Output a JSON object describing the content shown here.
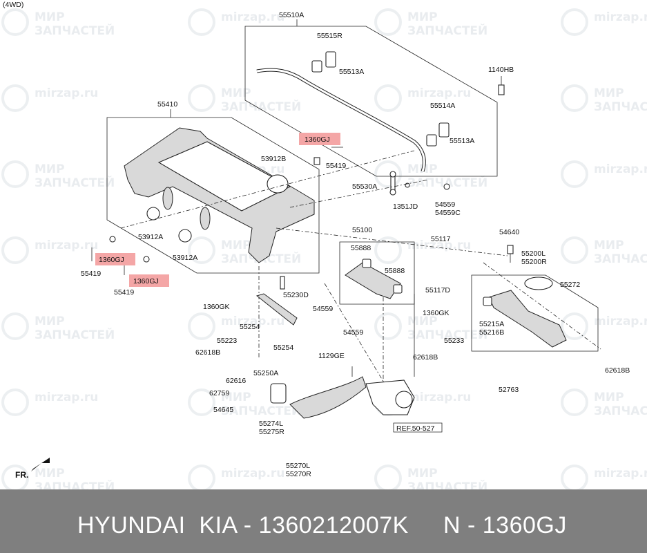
{
  "header": {
    "variant": "(4WD)"
  },
  "watermark": {
    "line1": "МИР",
    "line2": "ЗАПЧАСТЕЙ",
    "site": "mirzap.ru"
  },
  "labels": {
    "p55510A": "55510A",
    "p55515R": "55515R",
    "p55513A_top": "55513A",
    "p1140HB": "1140HB",
    "p55514A": "55514A",
    "p55513A_right": "55513A",
    "p55410": "55410",
    "p1360GJ_top": "1360GJ",
    "p53912B": "53912B",
    "p55419_top": "55419",
    "p55530A": "55530A",
    "p1351JD": "1351JD",
    "p54559": "54559",
    "p54559C": "54559C",
    "p55117": "55117",
    "p53912A_left": "53912A",
    "p53912A_right": "53912A",
    "p1360GJ_left": "1360GJ",
    "p55419_left": "55419",
    "p1360GJ_mid": "1360GJ",
    "p55419_mid": "55419",
    "p55100": "55100",
    "p55888_top": "55888",
    "p55888_right": "55888",
    "p55117D": "55117D",
    "p54640": "54640",
    "p55200L": "55200L",
    "p55200R": "55200R",
    "p55272": "55272",
    "p55230D": "55230D",
    "p1360GK_left": "1360GK",
    "p55254_left": "55254",
    "p55223": "55223",
    "p54559_mid": "54559",
    "p54559_low": "54559",
    "p1360GK_right": "1360GK",
    "p55233": "55233",
    "p55215A": "55215A",
    "p55216B": "55216B",
    "p62618B_left": "62618B",
    "p55254_right": "55254",
    "p62618B_mid": "62618B",
    "p62618B_right": "62618B",
    "p1129GE": "1129GE",
    "p62616": "62616",
    "p55250A": "55250A",
    "p62759": "62759",
    "p52763": "52763",
    "p54645": "54645",
    "p55274L": "55274L",
    "p55275R": "55275R",
    "pRef": "REF.50-527",
    "p55270L": "55270L",
    "p55270R": "55270R",
    "fr": "FR."
  },
  "highlight_color": "#f4a6a6",
  "banner": {
    "left_text": "HYUNDAI  KIA - 1360212007K",
    "right_text": "N - 1360GJ",
    "background": "#7f7f7f",
    "text_color": "#ffffff"
  }
}
